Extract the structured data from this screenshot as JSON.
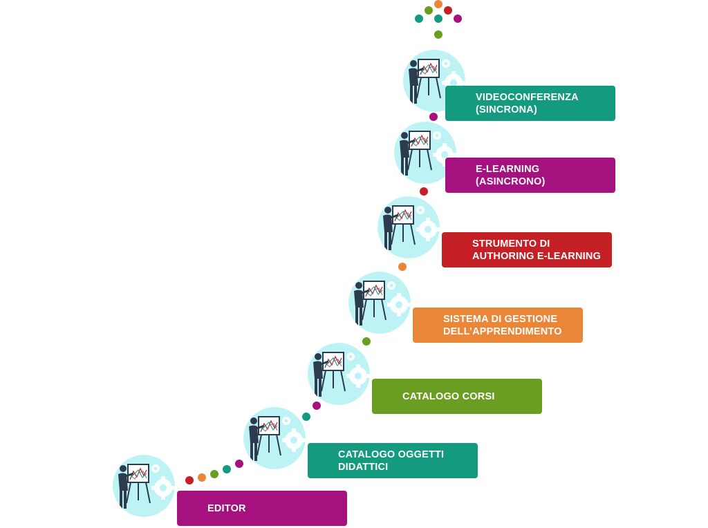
{
  "colors": {
    "teal": "#149a7e",
    "magenta": "#a5117f",
    "red": "#c62027",
    "orange": "#ea8638",
    "green": "#6a9e22",
    "circle_bg": "#bdf3f4",
    "figure_dark": "#2d3b4f"
  },
  "steps": [
    {
      "label": "EDITOR",
      "color": "#a5117f",
      "icon": "presentation-easel-icon"
    },
    {
      "label": "CATALOGO OGGETTI\nDIDATTICI",
      "color": "#149a7e",
      "icon": "presentation-easel-icon"
    },
    {
      "label": "CATALOGO CORSI",
      "color": "#6a9e22",
      "icon": "presentation-easel-icon"
    },
    {
      "label": "SISTEMA DI GESTIONE\nDELL’APPRENDIMENTO",
      "color": "#ea8638",
      "icon": "presentation-easel-icon"
    },
    {
      "label": "STRUMENTO DI\nAUTHORING E-LEARNING",
      "color": "#c62027",
      "icon": "presentation-easel-icon"
    },
    {
      "label": "E-LEARNING\n(ASINCRONO)",
      "color": "#a5117f",
      "icon": "presentation-easel-icon"
    },
    {
      "label": "VIDEOCONFERENZA\n(SINCRONA)",
      "color": "#149a7e",
      "icon": "presentation-easel-icon"
    }
  ]
}
